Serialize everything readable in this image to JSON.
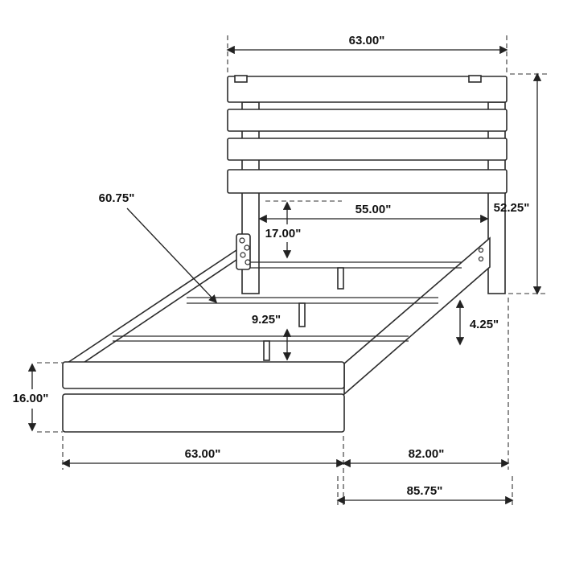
{
  "drawing": {
    "subject": "Bed frame dimensioned technical drawing",
    "background": "#ffffff",
    "line_color": "#2b2b2b",
    "dims": {
      "headboard_width": "63.00\"",
      "overall_height": "52.25\"",
      "slat_rail_length": "60.75\"",
      "inner_width": "55.00\"",
      "headboard_gap": "17.00\"",
      "support_height": "9.25\"",
      "rail_height": "4.25\"",
      "footboard_height": "16.00\"",
      "footboard_width": "63.00\"",
      "frame_length": "82.00\"",
      "overall_length": "85.75\""
    }
  }
}
